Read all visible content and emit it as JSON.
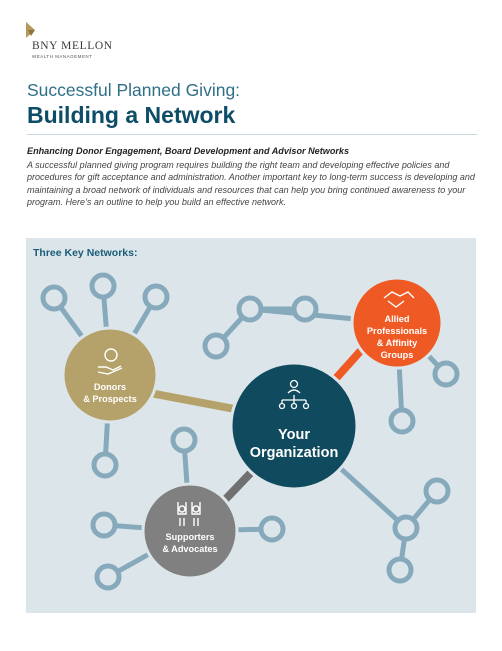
{
  "brand": {
    "name": "BNY MELLON",
    "division": "WEALTH MANAGEMENT",
    "logo_color": "#b59a5a"
  },
  "heading": {
    "kicker": "Successful Planned Giving:",
    "title": "Building a Network"
  },
  "subhead": "Enhancing Donor Engagement, Board Development and Advisor Networks",
  "intro": "A successful planned giving program requires building the right team and developing effective policies and procedures for gift acceptance and administration. Another important key to long-term success is developing and maintaining a broad network of individuals and resources that can help you bring continued awareness to your program. Here’s an outline to help you build an effective network.",
  "networks": {
    "title": "Three Key Networks:",
    "donors": {
      "line1": "Donors",
      "line2": "& Prospects",
      "icon": "hand-coin-icon",
      "color": "#b5a26a"
    },
    "allied": {
      "line1": "Allied",
      "line2": "Professionals",
      "line3": "& Affinity",
      "line4": "Groups",
      "icon": "handshake-icon",
      "color": "#ef5a24"
    },
    "supporters": {
      "line1": "Supporters",
      "line2": "& Advocates",
      "icon": "people-raising-hands-icon",
      "color": "#808080"
    },
    "organization": {
      "line1": "Your",
      "line2": "Organization",
      "icon": "org-chart-icon",
      "color": "#0f4a5e"
    },
    "connector_color": "#7fa3b7"
  }
}
